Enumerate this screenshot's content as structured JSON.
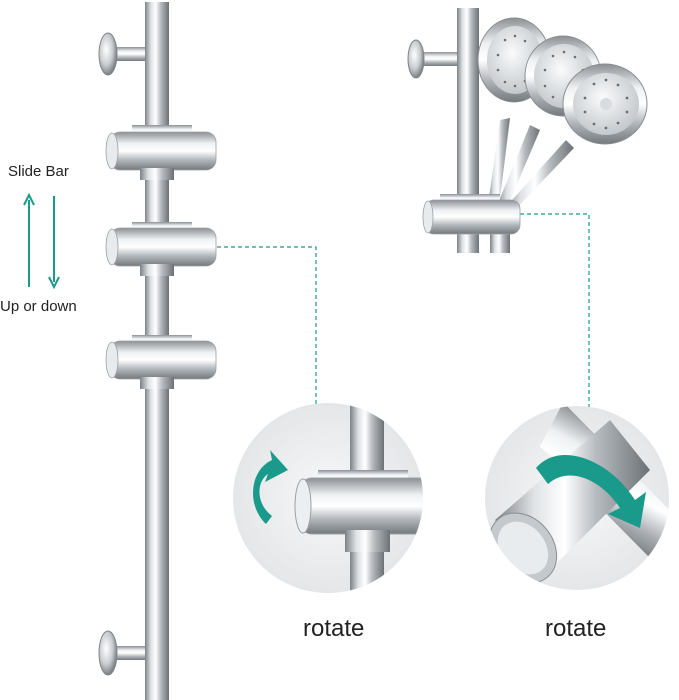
{
  "labels": {
    "slide_bar": "Slide Bar",
    "up_or_down": "Up or down",
    "rotate_left": "rotate",
    "rotate_right": "rotate"
  },
  "colors": {
    "accent": "#1a9a8a",
    "chrome_dark": "#8a8e93",
    "chrome_light": "#f2f4f6",
    "text": "#222222"
  },
  "icons": {
    "arrow_up": "arrow-up-icon",
    "arrow_down": "arrow-down-icon",
    "rotate_left": "rotate-arrow-icon",
    "rotate_right": "rotate-arrow-icon"
  }
}
